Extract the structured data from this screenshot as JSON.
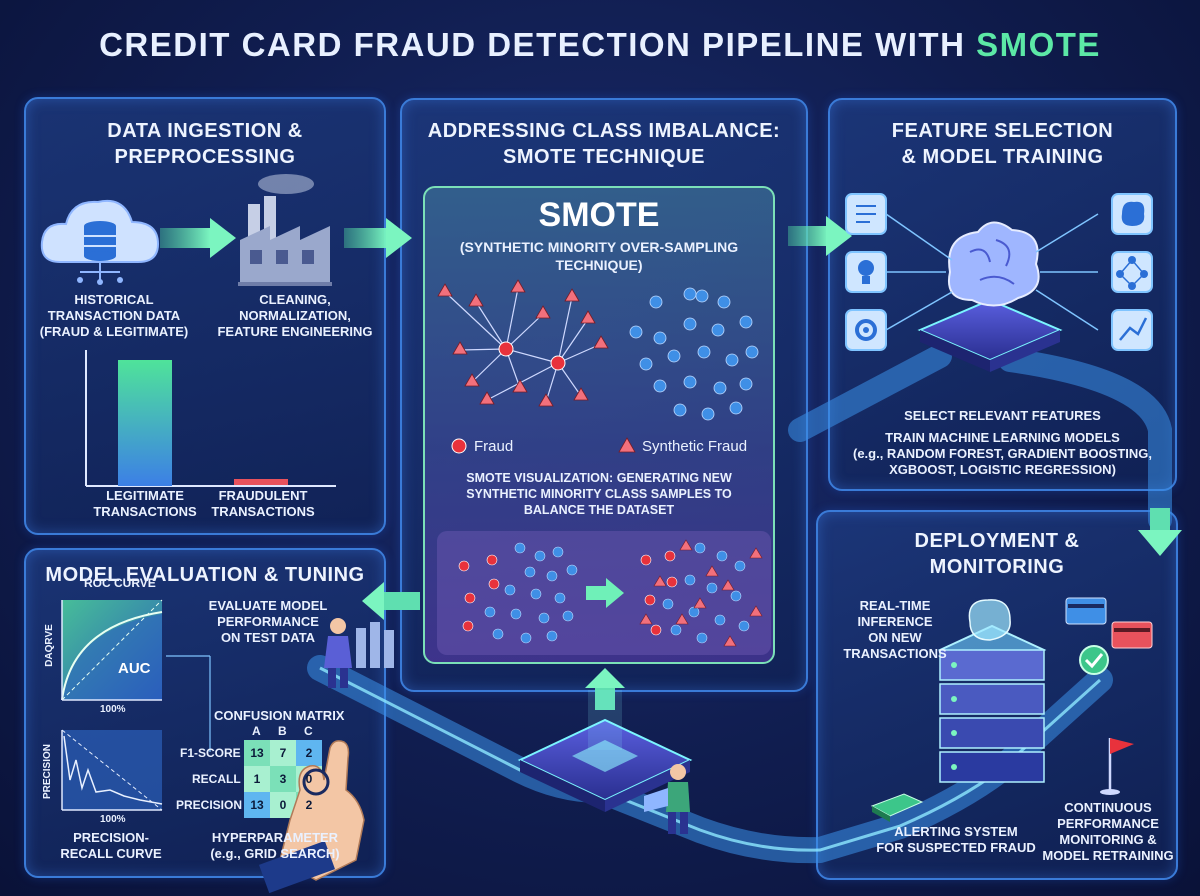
{
  "title_main": "CREDIT CARD FRAUD DETECTION PIPELINE WITH ",
  "title_accent": "SMOTE",
  "panels": {
    "ingestion": {
      "title_line1": "DATA INGESTION &",
      "title_line2": "PREPROCESSING",
      "cap_source_1": "HISTORICAL",
      "cap_source_2": "TRANSACTION DATA",
      "cap_source_3": "(FRAUD & LEGITIMATE)",
      "cap_clean_1": "CLEANING,",
      "cap_clean_2": "NORMALIZATION,",
      "cap_clean_3": "FEATURE ENGINEERING",
      "bar_legit_1": "LEGITIMATE",
      "bar_legit_2": "TRANSACTIONS",
      "bar_fraud_1": "FRAUDULENT",
      "bar_fraud_2": "TRANSACTIONS"
    },
    "smote": {
      "title_line1": "ADDRESSING CLASS IMBALANCE:",
      "title_line2": "SMOTE TECHNIQUE",
      "big": "SMOTE",
      "sub_1": "(SYNTHETIC MINORITY OVER-SAMPLING",
      "sub_2": "TECHNIQUE)",
      "legend_fraud": "Fraud",
      "legend_synthetic": "Synthetic Fraud",
      "viz_1": "SMOTE VISUALIZATION: GENERATING NEW",
      "viz_2": "SYNTHETIC MINORITY CLASS SAMPLES TO",
      "viz_3": "BALANCE THE DATASET"
    },
    "training": {
      "title_line1": "FEATURE SELECTION",
      "title_line2": "& MODEL TRAINING",
      "cap_1": "SELECT RELEVANT FEATURES",
      "cap_2": "TRAIN MACHINE LEARNING MODELS",
      "cap_3": "(e.g., RANDOM FOREST, GRADIENT BOOSTING,",
      "cap_4": "XGBOOST, LOGISTIC REGRESSION)"
    },
    "evaluation": {
      "title": "MODEL EVALUATION & TUNING",
      "roc_title": "ROC CURVE",
      "roc_ylabel": "DAQRVE",
      "auc": "AUC",
      "roc_x": "100%",
      "eval_1": "EVALUATE MODEL",
      "eval_2": "PERFORMANCE",
      "eval_3": "ON TEST DATA",
      "cm_title": "CONFUSION MATRIX",
      "cm_cols": [
        "A",
        "B",
        "C"
      ],
      "cm_rows": [
        {
          "label": "F1-SCORE",
          "cells": [
            "13",
            "7",
            "2"
          ]
        },
        {
          "label": "RECALL",
          "cells": [
            "1",
            "3",
            "0"
          ]
        },
        {
          "label": "PRECISION",
          "cells": [
            "13",
            "0",
            "2"
          ]
        }
      ],
      "pr_ylabel": "PRECISION",
      "pr_x": "100%",
      "pr_1": "PRECISION-",
      "pr_2": "RECALL CURVE",
      "hp_1": "HYPERPARAMETER",
      "hp_2": "(e.g., GRID SEARCH)"
    },
    "deployment": {
      "title_line1": "DEPLOYMENT &",
      "title_line2": "MONITORING",
      "rt_1": "REAL-TIME",
      "rt_2": "INFERENCE",
      "rt_3": "ON NEW",
      "rt_4": "TRANSACTIONS",
      "alert_1": "ALERTING SYSTEM",
      "alert_2": "FOR SUSPECTED FRAUD",
      "mon_1": "CONTINUOUS",
      "mon_2": "PERFORMANCE",
      "mon_3": "MONITORING &",
      "mon_4": "MODEL RETRAINING"
    }
  },
  "colors": {
    "accent_green": "#5ce8a6",
    "fraud_red": "#e8323c",
    "synthetic_pink": "#f2707c",
    "legit_blue": "#3f8fe6",
    "panel_border": "#3a7bd8"
  },
  "icons": [
    "cloud-database-icon",
    "factory-icon",
    "brain-icon",
    "document-icon",
    "network-icon",
    "trend-chart-icon",
    "server-icon",
    "credit-card-icon",
    "check-icon",
    "flag-icon",
    "person-icon",
    "hand-icon"
  ]
}
